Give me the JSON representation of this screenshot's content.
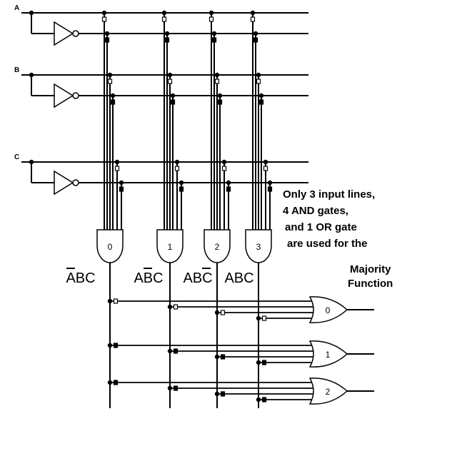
{
  "diagram": {
    "title": "Majority Function PLA",
    "inputs": [
      {
        "name": "A",
        "label": "A"
      },
      {
        "name": "B",
        "label": "B"
      },
      {
        "name": "C",
        "label": "C"
      }
    ],
    "and_gates": [
      {
        "label": "0",
        "term_main": "ABC",
        "term_display": "ABC",
        "bar_over": "A"
      },
      {
        "label": "1",
        "term_main": "ABC",
        "term_display": "ABC",
        "bar_over": "B"
      },
      {
        "label": "2",
        "term_main": "ABC",
        "term_display": "ABC",
        "bar_over": "C"
      },
      {
        "label": "3",
        "term_main": "ABC",
        "term_display": "ABC",
        "bar_over": ""
      }
    ],
    "or_gates": [
      {
        "label": "0"
      },
      {
        "label": "1"
      },
      {
        "label": "2"
      }
    ],
    "notes": {
      "line1": "Only 3 input lines,",
      "line2": "4 AND gates,",
      "line3": "and 1 OR gate",
      "line4": "are used for the",
      "line5": "Majority",
      "line6": "Function"
    },
    "colors": {
      "line": "#000000",
      "background": "#ffffff"
    }
  }
}
